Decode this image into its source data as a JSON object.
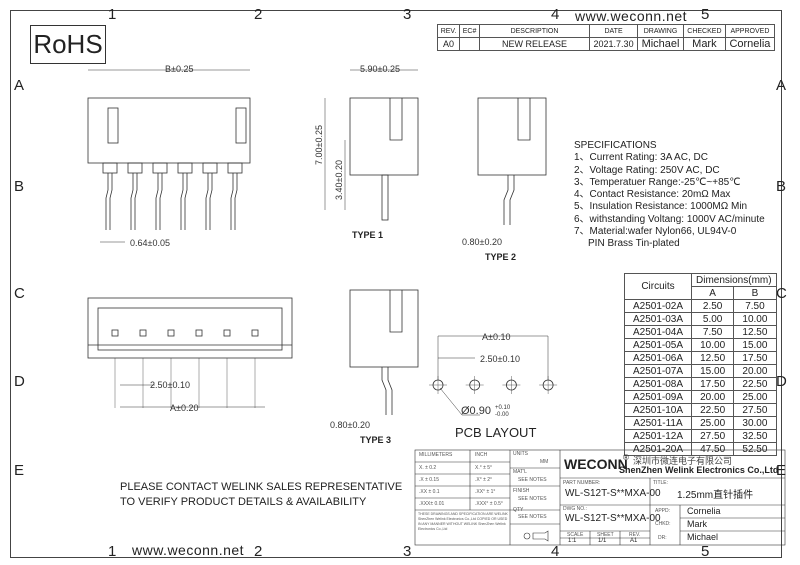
{
  "rohs": "RoHS",
  "website": "www.weconn.net",
  "zones": {
    "cols": [
      "1",
      "2",
      "3",
      "4",
      "5"
    ],
    "rows": [
      "A",
      "B",
      "C",
      "D",
      "E"
    ]
  },
  "revision": {
    "headers": [
      "REV.",
      "EC#",
      "DESCRIPTION",
      "DATE",
      "DRAWING",
      "CHECKED",
      "APPROVED"
    ],
    "row": [
      "A0",
      "",
      "NEW RELEASE",
      "2021.7.30",
      "Michael",
      "Mark",
      "Cornelia"
    ]
  },
  "drawing": {
    "b_dim": "B±0.25",
    "pin_dim": "0.64±0.05",
    "side_w": "5.90±0.25",
    "h1": "7.00±0.25",
    "h2": "3.40±0.20",
    "type1": "TYPE 1",
    "type2_dim": "0.80±0.20",
    "type2": "TYPE 2",
    "pitch": "2.50±0.10",
    "a_dim": "A±0.20",
    "type3_dim": "0.80±0.20",
    "type3": "TYPE 3",
    "pcb_a": "A±0.10",
    "pcb_pitch": "2.50±0.10",
    "hole": "Ø0.90",
    "hole_tol_plus": "+0.10",
    "hole_tol_minus": "-0.00",
    "pcb_title": "PCB LAYOUT"
  },
  "specs": {
    "title": "SPECIFICATIONS",
    "items": [
      "1、Current Rating: 3A AC, DC",
      "2、Voltage Rating: 250V AC, DC",
      "3、Temperatuer Range:-25℃~+85℃",
      "4、Contact Resistance: 20mΩ Max",
      "5、Insulation Resistance: 1000MΩ Min",
      "6、withstanding Voltang: 1000V AC/minute",
      "7、Material:wafer Nylon66, UL94V-0",
      "PIN Brass Tin-plated"
    ]
  },
  "dims_table": {
    "h_circuits": "Circuits",
    "h_dims": "Dimensions(mm)",
    "h_a": "A",
    "h_b": "B",
    "rows": [
      [
        "A2501-02A",
        "2.50",
        "7.50"
      ],
      [
        "A2501-03A",
        "5.00",
        "10.00"
      ],
      [
        "A2501-04A",
        "7.50",
        "12.50"
      ],
      [
        "A2501-05A",
        "10.00",
        "15.00"
      ],
      [
        "A2501-06A",
        "12.50",
        "17.50"
      ],
      [
        "A2501-07A",
        "15.00",
        "20.00"
      ],
      [
        "A2501-08A",
        "17.50",
        "22.50"
      ],
      [
        "A2501-09A",
        "20.00",
        "25.00"
      ],
      [
        "A2501-10A",
        "22.50",
        "27.50"
      ],
      [
        "A2501-11A",
        "25.00",
        "30.00"
      ],
      [
        "A2501-12A",
        "27.50",
        "32.50"
      ],
      [
        "A2501-20A",
        "47.50",
        "52.50"
      ]
    ]
  },
  "contact": [
    "PLEASE CONTACT WELINK SALES REPRESENTATIVE",
    "TO VERIFY PRODUCT DETAILS & AVAILABILITY"
  ],
  "title_block": {
    "mm": "MILLIMETERS",
    "inch": "INCH",
    "tol": [
      [
        "X. ± 0.2",
        "X.° ± 5°"
      ],
      [
        ".X ± 0.15",
        ".X° ± 2°"
      ],
      [
        ".XX ± 0.1",
        ".XX° ± 1°"
      ],
      [
        ".XXX± 0.01",
        ".XXX° ± 0.5°"
      ]
    ],
    "notice": "THESE DRAWINGS AND SPECIFICATION ARE WELINK ShenZhen Welink Electronics Co.,Ltd COPIED OR USED IN ANY MANNER WITHOUT WELINK ShenZhen Welink Electronics Co.,Ltd",
    "units": "UNITS",
    "units_v": "MM",
    "matl": "MAT'L",
    "finish": "FINISH",
    "qty": "QTY",
    "see": "SEE NOTES",
    "brand": "WECONN",
    "reg": "®",
    "company_cn": "深圳市微连电子有限公司",
    "company_en": "ShenZhen Welink Electronics Co.,Ltd",
    "part_label": "PART NUMBER:",
    "part": "WL-S12T-S**MXA-00",
    "title_label": "TITLE:",
    "title": "1.25mm直针插件",
    "dwg_label": "DWG NO.:",
    "dwg": "WL-S12T-S**MXA-00",
    "scale_l": "SCALE",
    "sheet_l": "SHEET",
    "rev_l": "REV.",
    "scale": "1:1",
    "sheet": "1/1",
    "rev": "A1",
    "appd_l": "APPD:",
    "appd": "Cornelia",
    "chkd_l": "CHKD:",
    "chkd": "Mark",
    "dr_l": "DR:",
    "dr": "Michael"
  }
}
